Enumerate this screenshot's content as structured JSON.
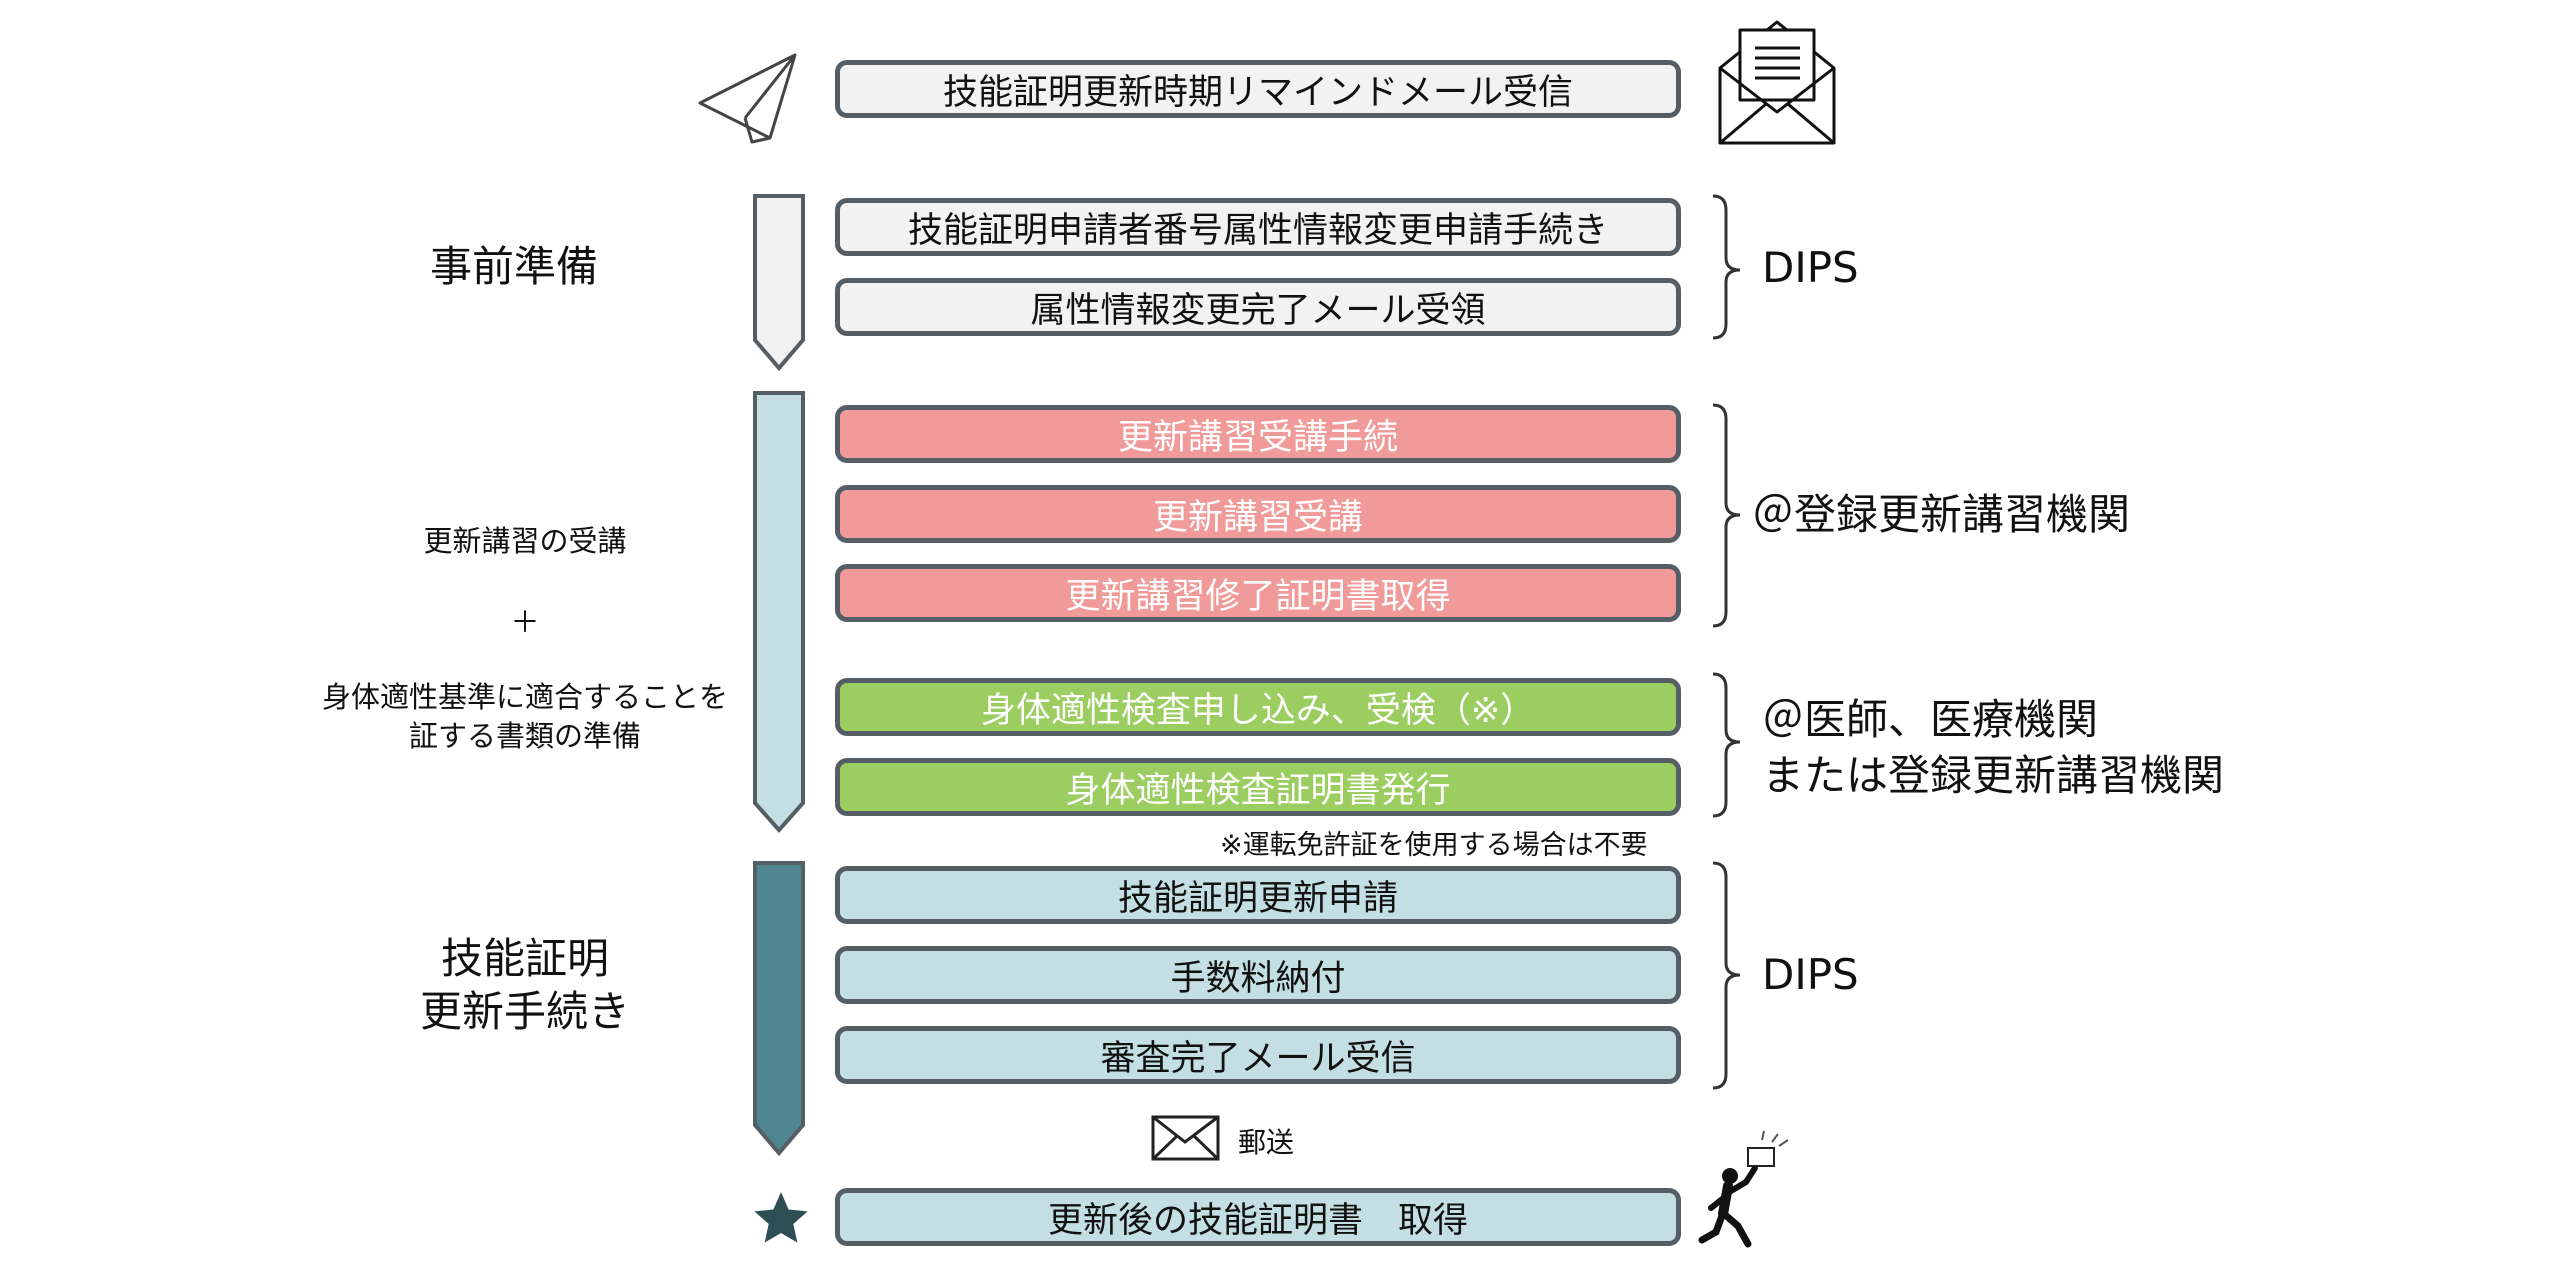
{
  "steps": {
    "reminder": "技能証明更新時期リマインドメール受信",
    "attr_change": "技能証明申請者番号属性情報変更申請手続き",
    "attr_done": "属性情報変更完了メール受領",
    "course_apply": "更新講習受講手続",
    "course_attend": "更新講習受講",
    "course_cert": "更新講習修了証明書取得",
    "physical_apply": "身体適性検査申し込み、受検（※）",
    "physical_cert": "身体適性検査証明書発行",
    "renewal_apply": "技能証明更新申請",
    "fee": "手数料納付",
    "review_done": "審査完了メール受信",
    "final": "更新後の技能証明書　取得"
  },
  "phases": {
    "prep": "事前準備",
    "course_line1": "更新講習の受講",
    "course_plus": "＋",
    "course_line2": "身体適性基準に適合することを",
    "course_line3": "証する書類の準備",
    "renewal_line1": "技能証明",
    "renewal_line2": "更新手続き"
  },
  "orgs": {
    "dips_1": "DIPS",
    "course_org": "＠登録更新講習機関",
    "medical_line1": "＠医師、医療機関",
    "medical_line2": "または登録更新講習機関",
    "dips_2": "DIPS"
  },
  "notes": {
    "license_note": "※運転免許証を使用する場合は不要",
    "mail": "郵送"
  },
  "icons": {
    "start": "paper-plane-icon",
    "reminder_mail": "open-envelope-icon",
    "mail": "envelope-icon",
    "final_star": "star-icon",
    "final_person": "running-person-icon"
  },
  "colors": {
    "gray_box": "#f2f2f2",
    "red_box": "#f09b99",
    "green_box": "#9bcd61",
    "blue_box": "#c4dfe3",
    "box_border": "#545e64",
    "arrow_prep": "#f2f2f2",
    "arrow_course": "#c4dfe3",
    "arrow_renewal": "#4f8690",
    "star": "#2e4e55"
  }
}
